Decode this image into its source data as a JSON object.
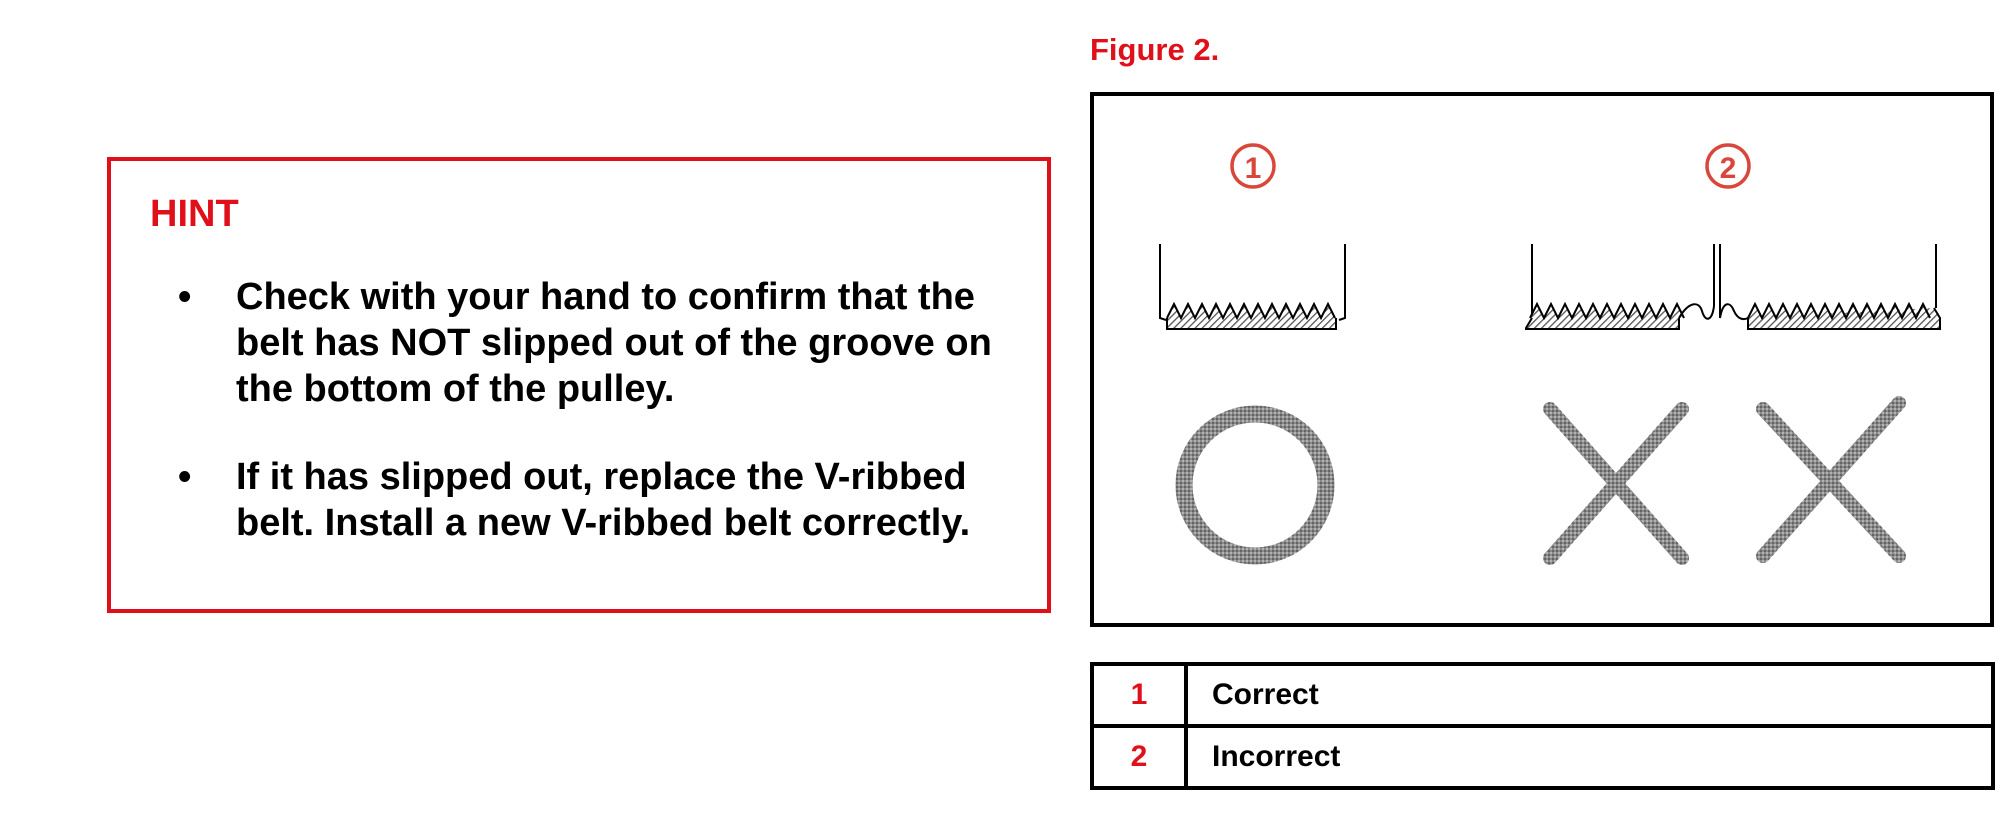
{
  "hint": {
    "title": "HINT",
    "items": [
      {
        "bullet": "•",
        "text": "Check with your hand to confirm that the belt has NOT slipped out of the groove on the bottom of the pulley."
      },
      {
        "bullet": "•",
        "text": "If it has slipped out, replace the V-ribbed belt.  Install a new V-ribbed belt correctly."
      }
    ]
  },
  "figure": {
    "label": "Figure 2.",
    "markers": [
      "1",
      "2"
    ],
    "icons": [
      "correct-circle-icon",
      "incorrect-x-icon",
      "incorrect-x-icon"
    ]
  },
  "legend": {
    "rows": [
      {
        "num": "1",
        "label": "Correct"
      },
      {
        "num": "2",
        "label": "Incorrect"
      }
    ]
  },
  "colors": {
    "accent": "#e0101a",
    "marker": "#d9473b",
    "hatch": "#555555"
  }
}
